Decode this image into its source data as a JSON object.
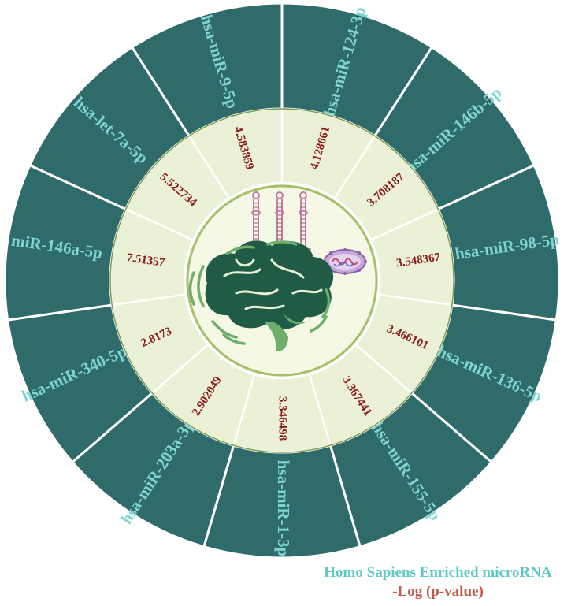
{
  "colors": {
    "outer_ring": "#2f6b6a",
    "inner_ring": "#eaf1d6",
    "center": "#f4f8e4",
    "mirna_text": "#7fd6d0",
    "value_text": "#8b1a1a",
    "legend_mirna": "#5ec8c2",
    "legend_logp": "#c0584a",
    "brain": "#1f5b45",
    "brain_light": "#6fae6a",
    "hairpin": "#c77aa6"
  },
  "center_icons": [
    "microrna-hairpin-icon",
    "brain-icon",
    "virus-icon"
  ],
  "segments": [
    {
      "mirna": "hsa-miR-124-3p",
      "value": "4.128661"
    },
    {
      "mirna": "hsa-miR-146b-5p",
      "value": "3.708187"
    },
    {
      "mirna": "hsa-miR-98-5p",
      "value": "3.548367"
    },
    {
      "mirna": "hsa-miR-136-5p",
      "value": "3.466101"
    },
    {
      "mirna": "hsa-miR-155-5p",
      "value": "3.367441"
    },
    {
      "mirna": "hsa-miR-1-3p",
      "value": "3.346498"
    },
    {
      "mirna": "hsa-miR-203a-3p",
      "value": "2.902049"
    },
    {
      "mirna": "hsa-miR-340-5p",
      "value": "2.8173"
    },
    {
      "mirna": "miR-146a-5p",
      "value": "7.51357"
    },
    {
      "mirna": "hsa-let-7a-5p",
      "value": "5.522734"
    },
    {
      "mirna": "hsa-miR-9-5p",
      "value": "4.583859"
    }
  ],
  "legend": {
    "mirna_label": "Homo Sapiens Enriched microRNA",
    "value_label": "-Log (p-value)"
  }
}
